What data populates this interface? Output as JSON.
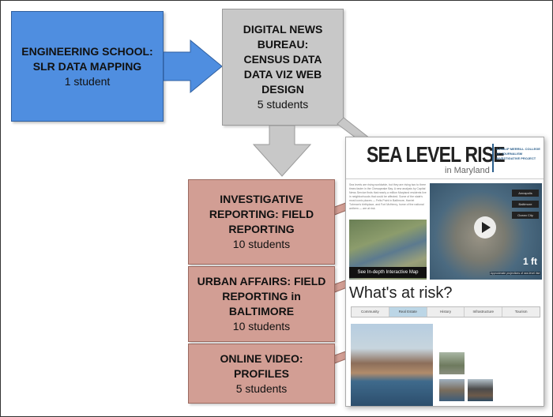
{
  "boxes": {
    "engineering": {
      "title": "ENGINEERING SCHOOL: SLR DATA MAPPING",
      "count": "1 student"
    },
    "news_bureau": {
      "title": "DIGITAL NEWS BUREAU: CENSUS DATA DATA VIZ WEB DESIGN",
      "count": "5 students"
    },
    "investigative": {
      "title": "INVESTIGATIVE REPORTING: FIELD REPORTING",
      "count": "10 students"
    },
    "urban_affairs": {
      "title": "URBAN AFFAIRS: FIELD REPORTING in BALTIMORE",
      "count": "10 students"
    },
    "online_video": {
      "title": "ONLINE VIDEO: PROFILES",
      "count": "5 students"
    }
  },
  "website": {
    "title": "SEA LEVEL RISE",
    "subtitle": "in Maryland",
    "brand": "A PHILIP MERRILL COLLEGE OF JOURNALISM INVESTIGATIVE PROJECT",
    "intro": "Sea levels are rising worldwide, but they are rising two to three times faster in the Chesapeake Bay. A new analysis by Capital News Service finds that nearly a million Maryland residents live in neighborhoods that could be affected. Some of the state's most iconic places — Fells Point in Baltimore, Harriet Tubman's birthplace, and Fort McHenry, home of the national anthem — are at risk.",
    "map_button": "See In-depth Interactive Map",
    "place_labels": [
      "Annapolis",
      "Baltimore",
      "Ocean City"
    ],
    "water_level": "1 ft",
    "map_caption": "Approximate projections of sea level rise",
    "section_heading": "What's at risk?",
    "tabs": [
      "Community",
      "Real Estate",
      "History",
      "Infrastructure",
      "Tourism"
    ],
    "selected_tab": "Real Estate"
  },
  "colors": {
    "engineering_box": "#4f8ee0",
    "news_bureau_box": "#c8c8c8",
    "reporting_boxes": "#d29e94",
    "arrow_blue": "#4f8ee0",
    "arrow_gray": "#c8c8c8"
  }
}
